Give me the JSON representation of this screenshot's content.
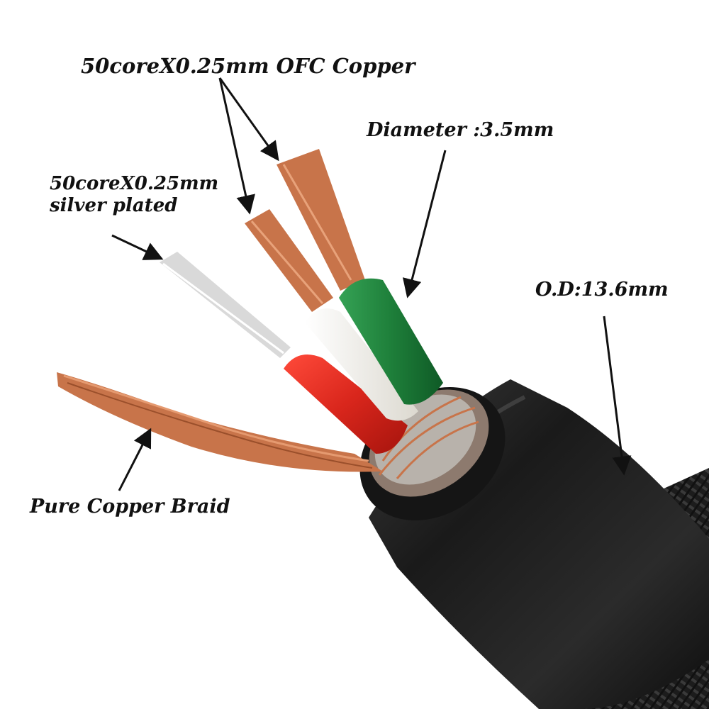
{
  "labels": {
    "ofc_copper": "50coreX0.25mm OFC Copper",
    "diameter": "Diameter :3.5mm",
    "silver_line1": "50coreX0.25mm",
    "silver_line2": "silver plated",
    "outer_diameter": "O.D:13.6mm",
    "braid": "Pure Copper Braid"
  },
  "colors": {
    "background": "#ffffff",
    "jacket": "#1b1b1b",
    "braid_mesh": "#2a2a2a",
    "copper": "#c8744a",
    "silver": "#d9d9d9",
    "red_insulation": "#d9261c",
    "white_insulation": "#f1efe8",
    "green_insulation": "#1e7f3a",
    "label_text": "#111111"
  }
}
